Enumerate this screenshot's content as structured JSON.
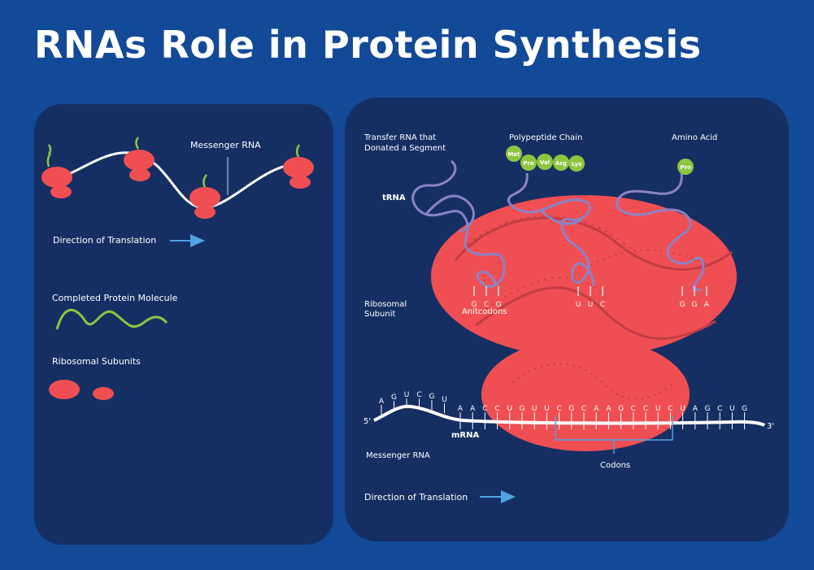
{
  "title": "RNAs Role in Protein Synthesis",
  "colors": {
    "background": "#134a97",
    "panel": "#162f63",
    "ribosome": "#ef4f52",
    "ribosome_dark": "#c23d44",
    "trna": "#8b82c6",
    "protein": "#8dc63f",
    "arrow": "#4fa3e0"
  },
  "left_panel": {
    "messenger_rna_label": "Messenger RNA",
    "direction_label": "Direction of Translation",
    "completed_protein_label": "Completed Protein Molecule",
    "ribosomal_subunits_label": "Ribosomal Subunits"
  },
  "right_panel": {
    "transfer_rna_label_line1": "Transfer RNA that",
    "transfer_rna_label_line2": "Donated a Segment",
    "polypeptide_label": "Polypeptide Chain",
    "amino_acid_label": "Amino Acid",
    "trna_label": "tRNA",
    "ribosomal_subunit_line1": "Ribosomal",
    "ribosomal_subunit_line2": "Subunit",
    "anticodons_label": "Anitcodons",
    "mrna_label": "mRNA",
    "messenger_rna_label": "Messenger RNA",
    "codons_label": "Codons",
    "direction_label": "Direction of Translation",
    "five_prime": "5'",
    "three_prime": "3'",
    "amino_acids_chain": [
      "Met",
      "Pro",
      "Val",
      "Arg",
      "Lys"
    ],
    "single_amino_acid": "Pro",
    "anticodons": [
      [
        "G",
        "C",
        "G"
      ],
      [
        "U",
        "U",
        "C"
      ],
      [
        "G",
        "G",
        "A"
      ]
    ],
    "mrna_upper": [
      "A",
      "G",
      "U",
      "C",
      "G",
      "U"
    ],
    "mrna_lower": [
      "A",
      "A",
      "C",
      "C",
      "U",
      "G",
      "U",
      "U",
      "C",
      "G",
      "C",
      "A",
      "A",
      "G",
      "C",
      "C",
      "U",
      "C",
      "U",
      "A",
      "G",
      "C",
      "U",
      "G"
    ]
  }
}
